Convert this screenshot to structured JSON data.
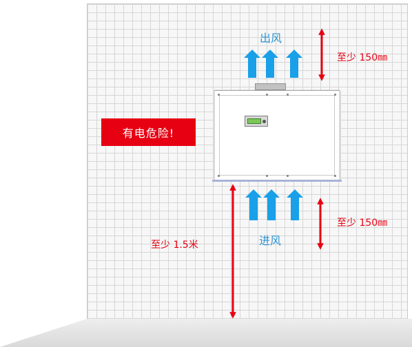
{
  "labels": {
    "outlet": "出风",
    "inlet": "进风",
    "warning": "有电危险!",
    "top_clearance": "至少 150㎜",
    "bottom_clearance": "至少 150㎜",
    "height_clearance": "至少 1.5米"
  },
  "colors": {
    "airflow_arrow": "#19a0e8",
    "dimension_arrow": "#e60012",
    "warning_bg": "#e60012"
  },
  "icons": {
    "airflow": "up-arrow-icon",
    "dimension": "double-headed-arrow-icon"
  }
}
